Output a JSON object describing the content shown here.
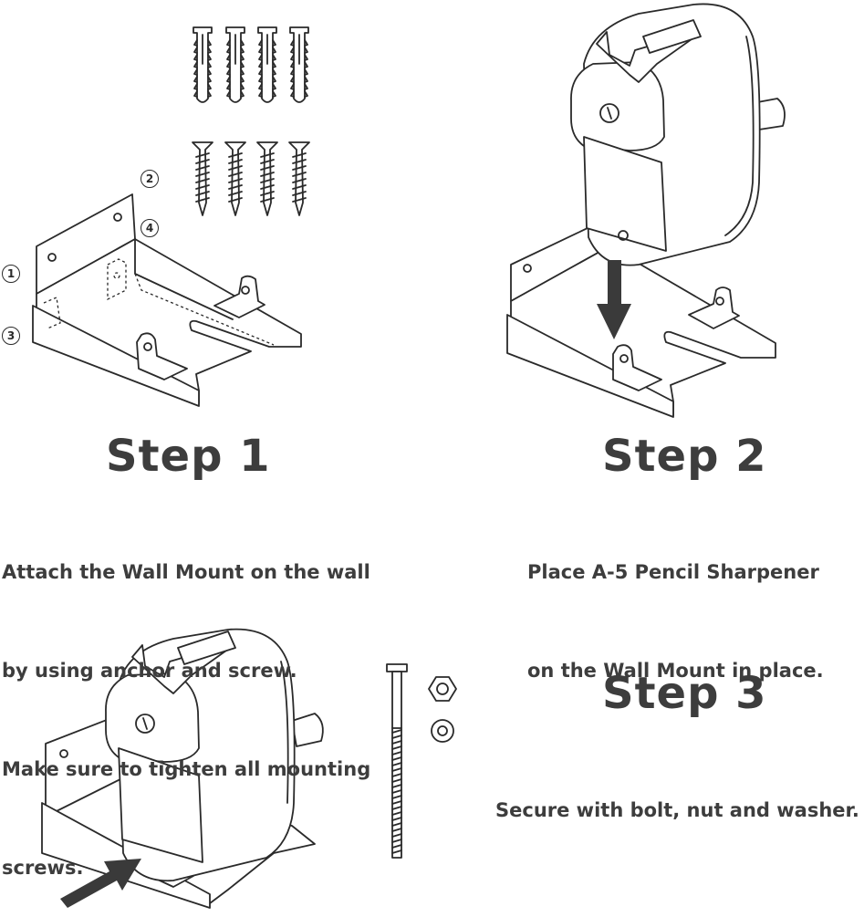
{
  "step1": {
    "title": "Step 1",
    "lines": [
      "Attach the Wall Mount on the wall",
      "by using anchor and screw.",
      "Make sure to tighten all mounting",
      "screws."
    ],
    "hole_labels": [
      "1",
      "2",
      "3",
      "4"
    ]
  },
  "step2": {
    "title": "Step 2",
    "lines": [
      "Place A-5 Pencil Sharpener",
      "on the Wall Mount in place."
    ]
  },
  "step3": {
    "title": "Step 3",
    "lines": [
      "Secure with bolt, nut and washer."
    ]
  },
  "colors": {
    "text": "#3d3d3d",
    "line": "#2a2a2a",
    "arrow": "#3a3a3a"
  }
}
